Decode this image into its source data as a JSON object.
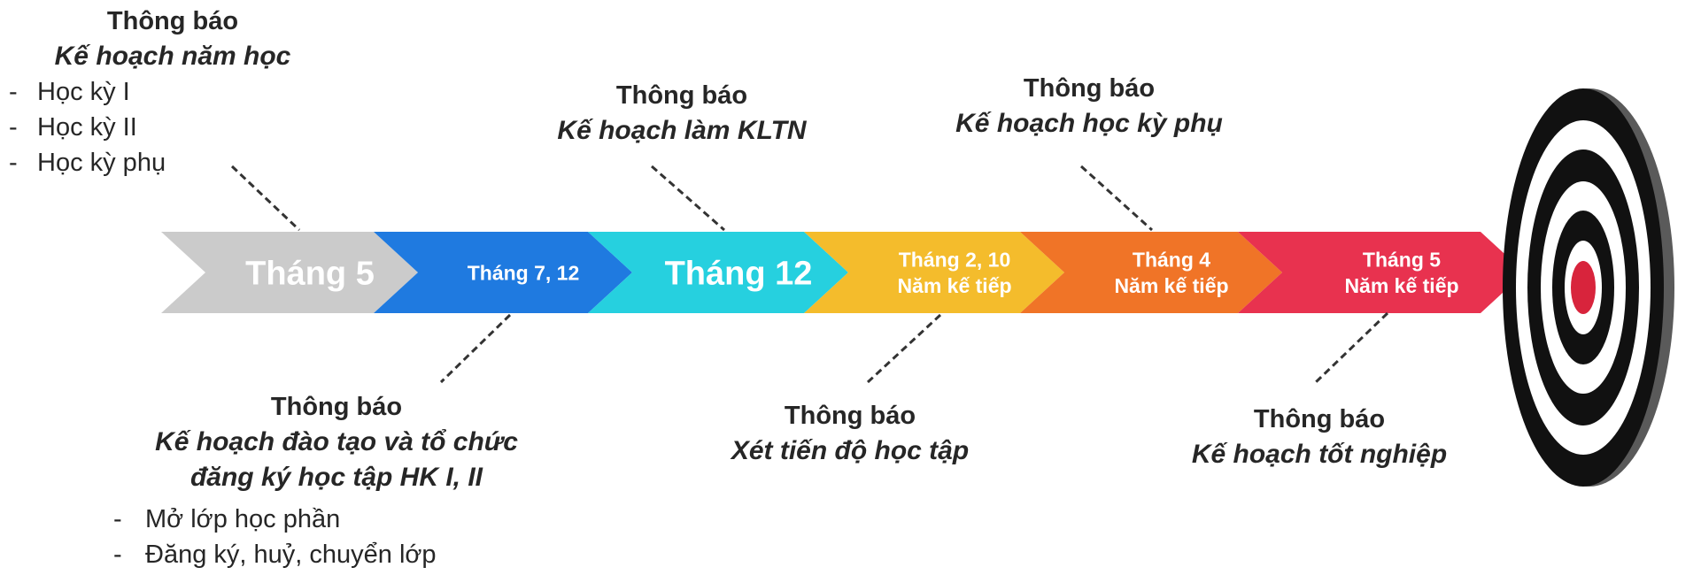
{
  "stages": [
    {
      "lines": [
        "Tháng 5"
      ],
      "color": "#cbcbcb"
    },
    {
      "lines": [
        "Tháng 7, 12"
      ],
      "color": "#1f7ae0"
    },
    {
      "lines": [
        "Tháng 12"
      ],
      "color": "#26d0df"
    },
    {
      "lines": [
        "Tháng 2, 10",
        "Năm kế tiếp"
      ],
      "color": "#f4bc2c"
    },
    {
      "lines": [
        "Tháng 4",
        "Năm kế tiếp"
      ],
      "color": "#f07427"
    },
    {
      "lines": [
        "Tháng 5",
        "Năm kế tiếp"
      ],
      "color": "#e8324f"
    }
  ],
  "notes": {
    "n1": {
      "title": "Thông báo",
      "subtitle": "Kế hoạch năm học",
      "items": [
        "Học kỳ I",
        "Học kỳ II",
        "Học kỳ phụ"
      ]
    },
    "n2": {
      "title": "Thông báo",
      "subtitle_line1": "Kế hoạch đào tạo và tổ chức",
      "subtitle_line2": "đăng ký học tập HK I, II",
      "items": [
        "Mở lớp học phần",
        "Đăng ký, huỷ, chuyển lớp"
      ]
    },
    "n3": {
      "title": "Thông báo",
      "subtitle": "Kế hoạch làm KLTN"
    },
    "n4": {
      "title": "Thông báo",
      "subtitle": "Xét tiến độ học tập"
    },
    "n5": {
      "title": "Thông báo",
      "subtitle": "Kế hoạch học kỳ phụ"
    },
    "n6": {
      "title": "Thông báo",
      "subtitle": "Kế hoạch tốt nghiệp"
    }
  },
  "dash_glyph": "-",
  "target": {
    "ring_color": "#111111",
    "gap_color": "#ffffff",
    "bullseye_color": "#d8243c"
  }
}
